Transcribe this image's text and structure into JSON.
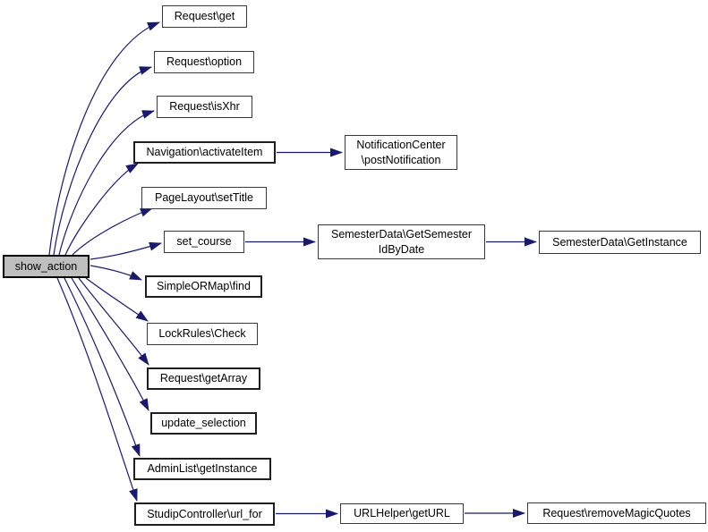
{
  "diagram": {
    "kind": "call-graph",
    "root_label": "show_action",
    "colors": {
      "edge": "#191970",
      "root_fill": "#bfbfbf",
      "node_fill": "#ffffff",
      "node_border": "#3a3a3a",
      "text": "#000000"
    }
  },
  "nodes": [
    {
      "id": "show_action",
      "label": "show_action"
    },
    {
      "id": "request_get",
      "label": "Request\\get"
    },
    {
      "id": "request_option",
      "label": "Request\\option"
    },
    {
      "id": "request_isxhr",
      "label": "Request\\isXhr"
    },
    {
      "id": "navigation_activateitem",
      "label": "Navigation\\activateItem"
    },
    {
      "id": "pagelayout_settitle",
      "label": "PageLayout\\setTitle"
    },
    {
      "id": "set_course",
      "label": "set_course"
    },
    {
      "id": "simpleormap_find",
      "label": "SimpleORMap\\find"
    },
    {
      "id": "lockrules_check",
      "label": "LockRules\\Check"
    },
    {
      "id": "request_getarray",
      "label": "Request\\getArray"
    },
    {
      "id": "update_selection",
      "label": "update_selection"
    },
    {
      "id": "adminlist_getinstance",
      "label": "AdminList\\getInstance"
    },
    {
      "id": "studipcontroller_url_for",
      "label": "StudipController\\url_for"
    },
    {
      "id": "notificationcenter_postnotification",
      "label": "NotificationCenter\n\\postNotification"
    },
    {
      "id": "semesterdata_getsemesteridbydate",
      "label": "SemesterData\\GetSemester\nIdByDate"
    },
    {
      "id": "semesterdata_getinstance",
      "label": "SemesterData\\GetInstance"
    },
    {
      "id": "urlhelper_geturl",
      "label": "URLHelper\\getURL"
    },
    {
      "id": "request_removemagicquotes",
      "label": "Request\\removeMagicQuotes"
    }
  ],
  "edges": [
    {
      "from": "show_action",
      "to": "Request\\get"
    },
    {
      "from": "show_action",
      "to": "Request\\option"
    },
    {
      "from": "show_action",
      "to": "Request\\isXhr"
    },
    {
      "from": "show_action",
      "to": "Navigation\\activateItem"
    },
    {
      "from": "show_action",
      "to": "PageLayout\\setTitle"
    },
    {
      "from": "show_action",
      "to": "set_course"
    },
    {
      "from": "show_action",
      "to": "SimpleORMap\\find"
    },
    {
      "from": "show_action",
      "to": "LockRules\\Check"
    },
    {
      "from": "show_action",
      "to": "Request\\getArray"
    },
    {
      "from": "show_action",
      "to": "update_selection"
    },
    {
      "from": "show_action",
      "to": "AdminList\\getInstance"
    },
    {
      "from": "show_action",
      "to": "StudipController\\url_for"
    },
    {
      "from": "Navigation\\activateItem",
      "to": "NotificationCenter\\postNotification"
    },
    {
      "from": "set_course",
      "to": "SemesterData\\GetSemesterIdByDate"
    },
    {
      "from": "SemesterData\\GetSemesterIdByDate",
      "to": "SemesterData\\GetInstance"
    },
    {
      "from": "StudipController\\url_for",
      "to": "URLHelper\\getURL"
    },
    {
      "from": "URLHelper\\getURL",
      "to": "Request\\removeMagicQuotes"
    }
  ]
}
